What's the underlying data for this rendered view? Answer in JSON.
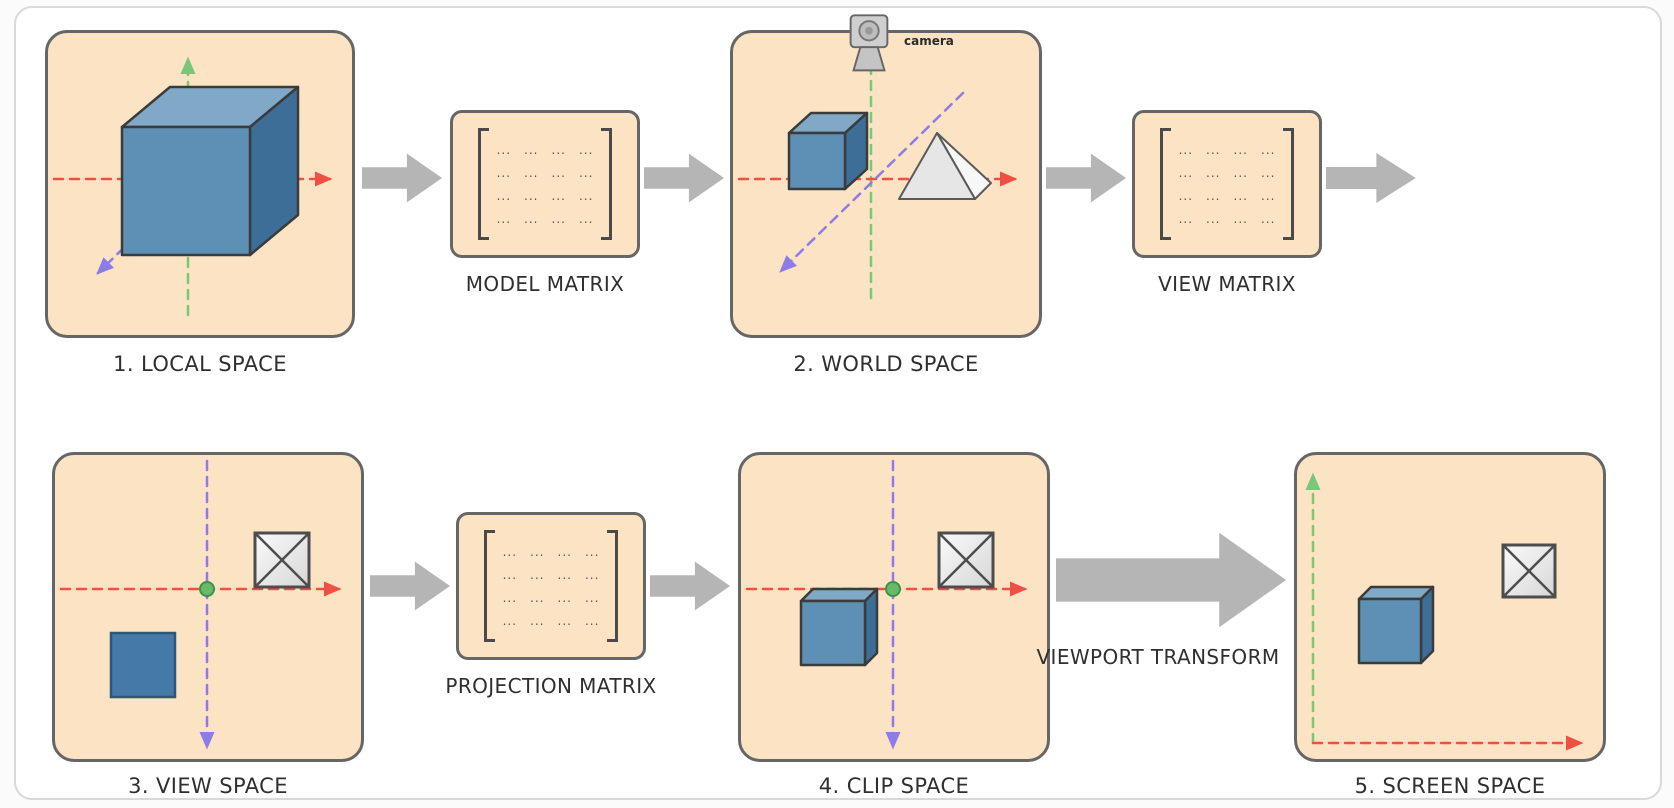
{
  "colors": {
    "panel_fill": "#fbe3c3",
    "panel_border": "#666666",
    "arrow_gray": "#b5b5b5",
    "axis_red": "#f05043",
    "axis_green": "#79c879",
    "axis_purple": "#8b7ce8",
    "cube_front": "#5e8fb5",
    "cube_top": "#7fa9c7",
    "cube_side": "#3c6e97",
    "square_blue": "#4579a8"
  },
  "stages": {
    "local_space": "1. LOCAL SPACE",
    "world_space": "2. WORLD SPACE",
    "view_space": "3. VIEW SPACE",
    "clip_space": "4. CLIP SPACE",
    "screen_space": "5. SCREEN SPACE"
  },
  "matrices": {
    "model": "MODEL MATRIX",
    "view": "VIEW MATRIX",
    "projection": "PROJECTION MATRIX",
    "cell": "...",
    "rows": 4,
    "cols": 4
  },
  "transform": {
    "viewport": "VIEWPORT TRANSFORM"
  },
  "camera_label": "camera"
}
